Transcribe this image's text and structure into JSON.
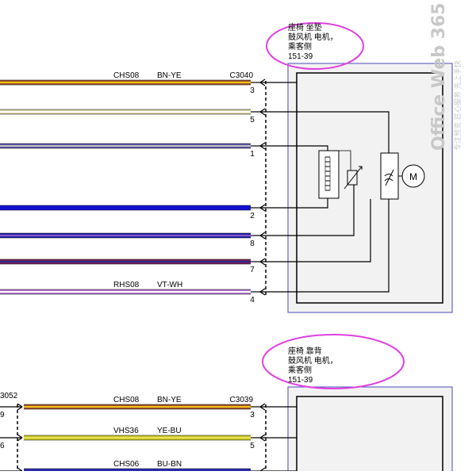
{
  "diagram_top": {
    "component": {
      "line1": "座椅 坐垫",
      "line2": "鼓风机 电机，",
      "line3": "乘客侧",
      "ref": "151-39"
    },
    "connector_label": "C3040",
    "wires": [
      {
        "id": "w3",
        "pin": "3",
        "circuit": "CHS08",
        "color_code": "BN-YE",
        "colors": [
          "#a0522d",
          "#f0c419"
        ]
      },
      {
        "id": "w5",
        "pin": "5",
        "circuit": "",
        "color_code": "",
        "colors": [
          "#d9cfa0",
          "#ffffff"
        ]
      },
      {
        "id": "w1",
        "pin": "1",
        "circuit": "",
        "color_code": "",
        "colors": [
          "#5a5aa8",
          "#c0c0c0"
        ]
      },
      {
        "id": "w2",
        "pin": "2",
        "circuit": "",
        "color_code": "",
        "colors": [
          "#1010d0",
          "#1010d0"
        ]
      },
      {
        "id": "w8",
        "pin": "8",
        "circuit": "",
        "color_code": "",
        "colors": [
          "#2020b0",
          "#8a5ac8"
        ]
      },
      {
        "id": "w7",
        "pin": "7",
        "circuit": "",
        "color_code": "",
        "colors": [
          "#7a1f5a",
          "#2a2a90"
        ]
      },
      {
        "id": "w4",
        "pin": "4",
        "circuit": "RHS08",
        "color_code": "VT-WH",
        "colors": [
          "#b070d0",
          "#ffffff"
        ]
      }
    ],
    "motor_label": "M"
  },
  "diagram_bottom": {
    "component": {
      "line1": "座椅 靠背",
      "line2": "鼓风机 电机，",
      "line3": "乘客侧",
      "ref": "151-39"
    },
    "connector_label": "C3039",
    "left_connector_label": "3052",
    "wires": [
      {
        "id": "b3",
        "pin": "3",
        "left_pin": "9",
        "circuit": "CHS08",
        "color_code": "BN-YE",
        "colors": [
          "#a0522d",
          "#f0c419"
        ]
      },
      {
        "id": "b5",
        "pin": "5",
        "left_pin": "6",
        "circuit": "VHS36",
        "color_code": "YE-BU",
        "colors": [
          "#c8c820",
          "#e8e060"
        ]
      },
      {
        "id": "b6",
        "pin": "",
        "left_pin": "",
        "circuit": "CHS06",
        "color_code": "BU-BN",
        "colors": [
          "#2a2ab0",
          "#2a2ab0"
        ]
      }
    ]
  },
  "watermark": {
    "brand": "Office Web 365",
    "tagline": "专注预览 匠心服务 先上手快"
  },
  "colors": {
    "highlight_ellipse": "#e040e0",
    "component_box": "#4a4ab8",
    "component_fill": "#f2f2f2",
    "wire_black": "#000000"
  }
}
